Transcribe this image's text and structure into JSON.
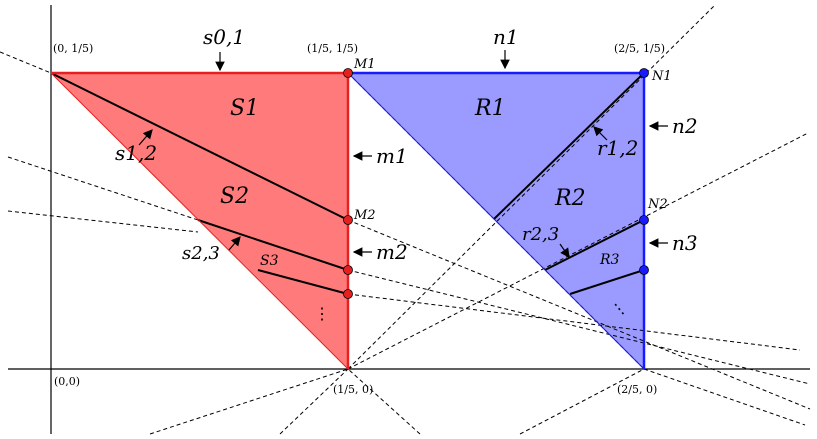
{
  "labels": {
    "origin": "(0,0)",
    "top_left": "(0, 1/5)",
    "m1_point": "(1/5, 1/5)",
    "n1_point": "(2/5, 1/5)",
    "bottom_fifth": "(1/5, 0)",
    "bottom_two_fifths": "(2/5, 0)"
  },
  "regions": {
    "S1": "S1",
    "S2": "S2",
    "S3": "S3",
    "R1": "R1",
    "R2": "R2",
    "R3": "R3"
  },
  "points": {
    "M1": "M1",
    "M2": "M2",
    "N1": "N1",
    "N2": "N2"
  },
  "edges": {
    "s01": "s0,1",
    "s12": "s1,2",
    "s23": "s2,3",
    "n1": "n1",
    "n2": "n2",
    "n3": "n3",
    "m1": "m1",
    "m2": "m2",
    "r12": "r1,2",
    "r23": "r2,3"
  },
  "dots": "⋮",
  "colors": {
    "red_fill": "#ff7b7b",
    "red_line": "#e62020",
    "blue_fill": "#9a9aff",
    "blue_line": "#1a1aff"
  }
}
